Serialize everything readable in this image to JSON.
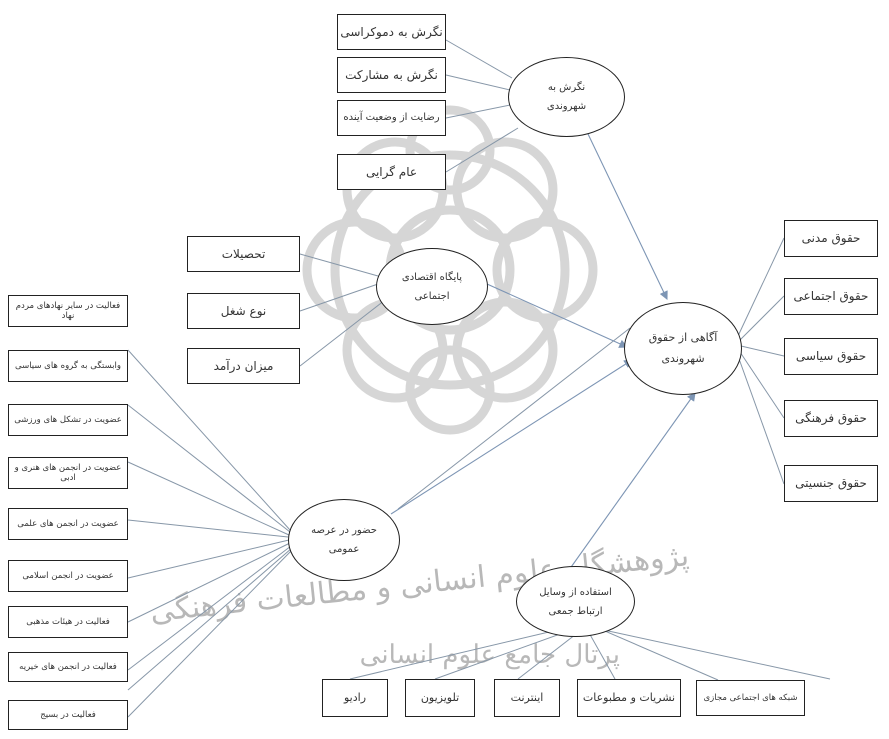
{
  "diagram": {
    "nodes": {
      "attitude": {
        "label_line1": "نگرش به",
        "label_line2": "شهروندی"
      },
      "ses": {
        "label_line1": "پایگاه اقتصادی",
        "label_line2": "اجتماعی"
      },
      "awareness": {
        "label_line1": "آگاهی از حقوق",
        "label_line2": "شهروندی"
      },
      "public": {
        "label_line1": "حضور در عرصه",
        "label_line2": "عمومی"
      },
      "media": {
        "label_line1": "استفاده از وسایل",
        "label_line2": "ارتباط جمعی"
      }
    },
    "attitude_items": [
      "نگرش به دموکراسی",
      "نگرش به مشارکت",
      "رضایت از وضعیت آینده",
      "عام گرایی"
    ],
    "ses_items": [
      "تحصیلات",
      "نوع شغل",
      "میزان درآمد"
    ],
    "rights_items": [
      "حقوق مدنی",
      "حقوق اجتماعی",
      "حقوق سیاسی",
      "حقوق فرهنگی",
      "حقوق جنسیتی"
    ],
    "public_items": [
      "فعالیت در سایر نهادهای مردم نهاد",
      "وابستگی به گروه های سیاسی",
      "عضویت در تشکل های ورزشی",
      "عضویت در انجمن های هنری و ادبی",
      "عضویت در انجمن های علمی",
      "عضویت در انجمن اسلامی",
      "فعالیت در هیئات مذهبی",
      "فعالیت در انجمن های خیریه",
      "فعالیت در بسیج"
    ],
    "media_items": [
      "رادیو",
      "تلویزیون",
      "اینترنت",
      "نشریات و مطبوعات",
      "شبکه های اجتماعی مجازی"
    ]
  },
  "watermark": {
    "line1": "پژوهشگاه علوم انسانی و مطالعات فرهنگی",
    "line2": "پرتال جامع علوم انسانی"
  },
  "colors": {
    "edge": "#8797a8",
    "arrow": "#7d95b4",
    "watermark": "#cfcfcf",
    "border": "#222222"
  }
}
